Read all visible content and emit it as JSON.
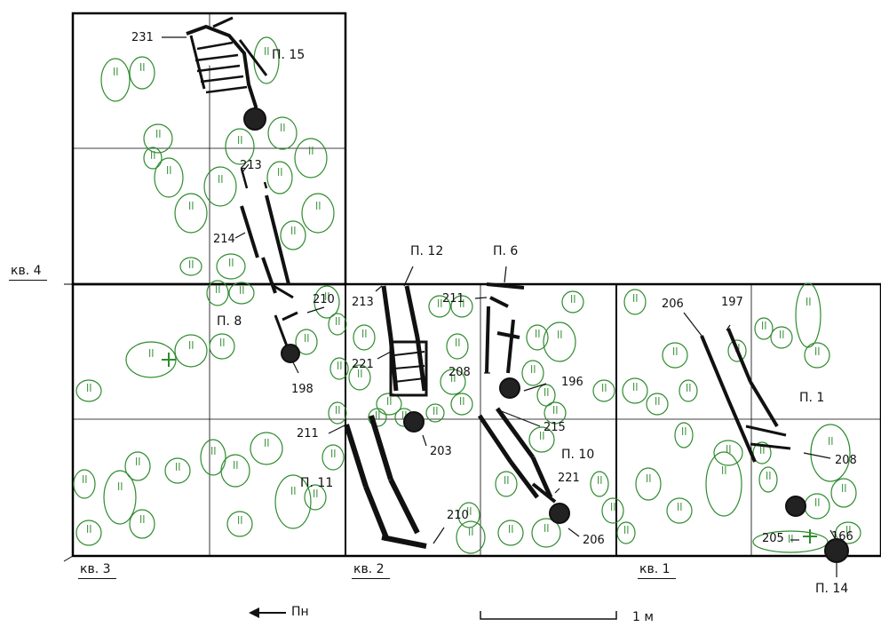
{
  "title": "",
  "squares": [
    {
      "id": "q1",
      "label": "кв. 1"
    },
    {
      "id": "q2",
      "label": "кв. 2"
    },
    {
      "id": "q3",
      "label": "кв. 3"
    },
    {
      "id": "q4",
      "label": "кв. 4"
    }
  ],
  "burials": [
    {
      "id": "p1",
      "label": "П. 1"
    },
    {
      "id": "p6",
      "label": "П. 6"
    },
    {
      "id": "p8",
      "label": "П. 8"
    },
    {
      "id": "p10",
      "label": "П. 10"
    },
    {
      "id": "p11",
      "label": "П. 11"
    },
    {
      "id": "p12",
      "label": "П. 12"
    },
    {
      "id": "p14",
      "label": "П. 14"
    },
    {
      "id": "p15",
      "label": "П. 15"
    }
  ],
  "depths": [
    "231",
    "213",
    "214",
    "210",
    "198",
    "213",
    "221",
    "203",
    "211",
    "210",
    "211",
    "208",
    "196",
    "215",
    "221",
    "206",
    "206",
    "197",
    "208",
    "205",
    "166"
  ],
  "north_arrow": {
    "symbol": "←",
    "label": "Пн"
  },
  "scale": {
    "label": "1 м"
  },
  "colors": {
    "grid": "#000000",
    "pits": "#2e8b2e",
    "bones": "#111111"
  },
  "icons": [
    "north-arrow-icon",
    "scale-bar-icon",
    "skeleton-icon",
    "pit-outline-icon"
  ]
}
